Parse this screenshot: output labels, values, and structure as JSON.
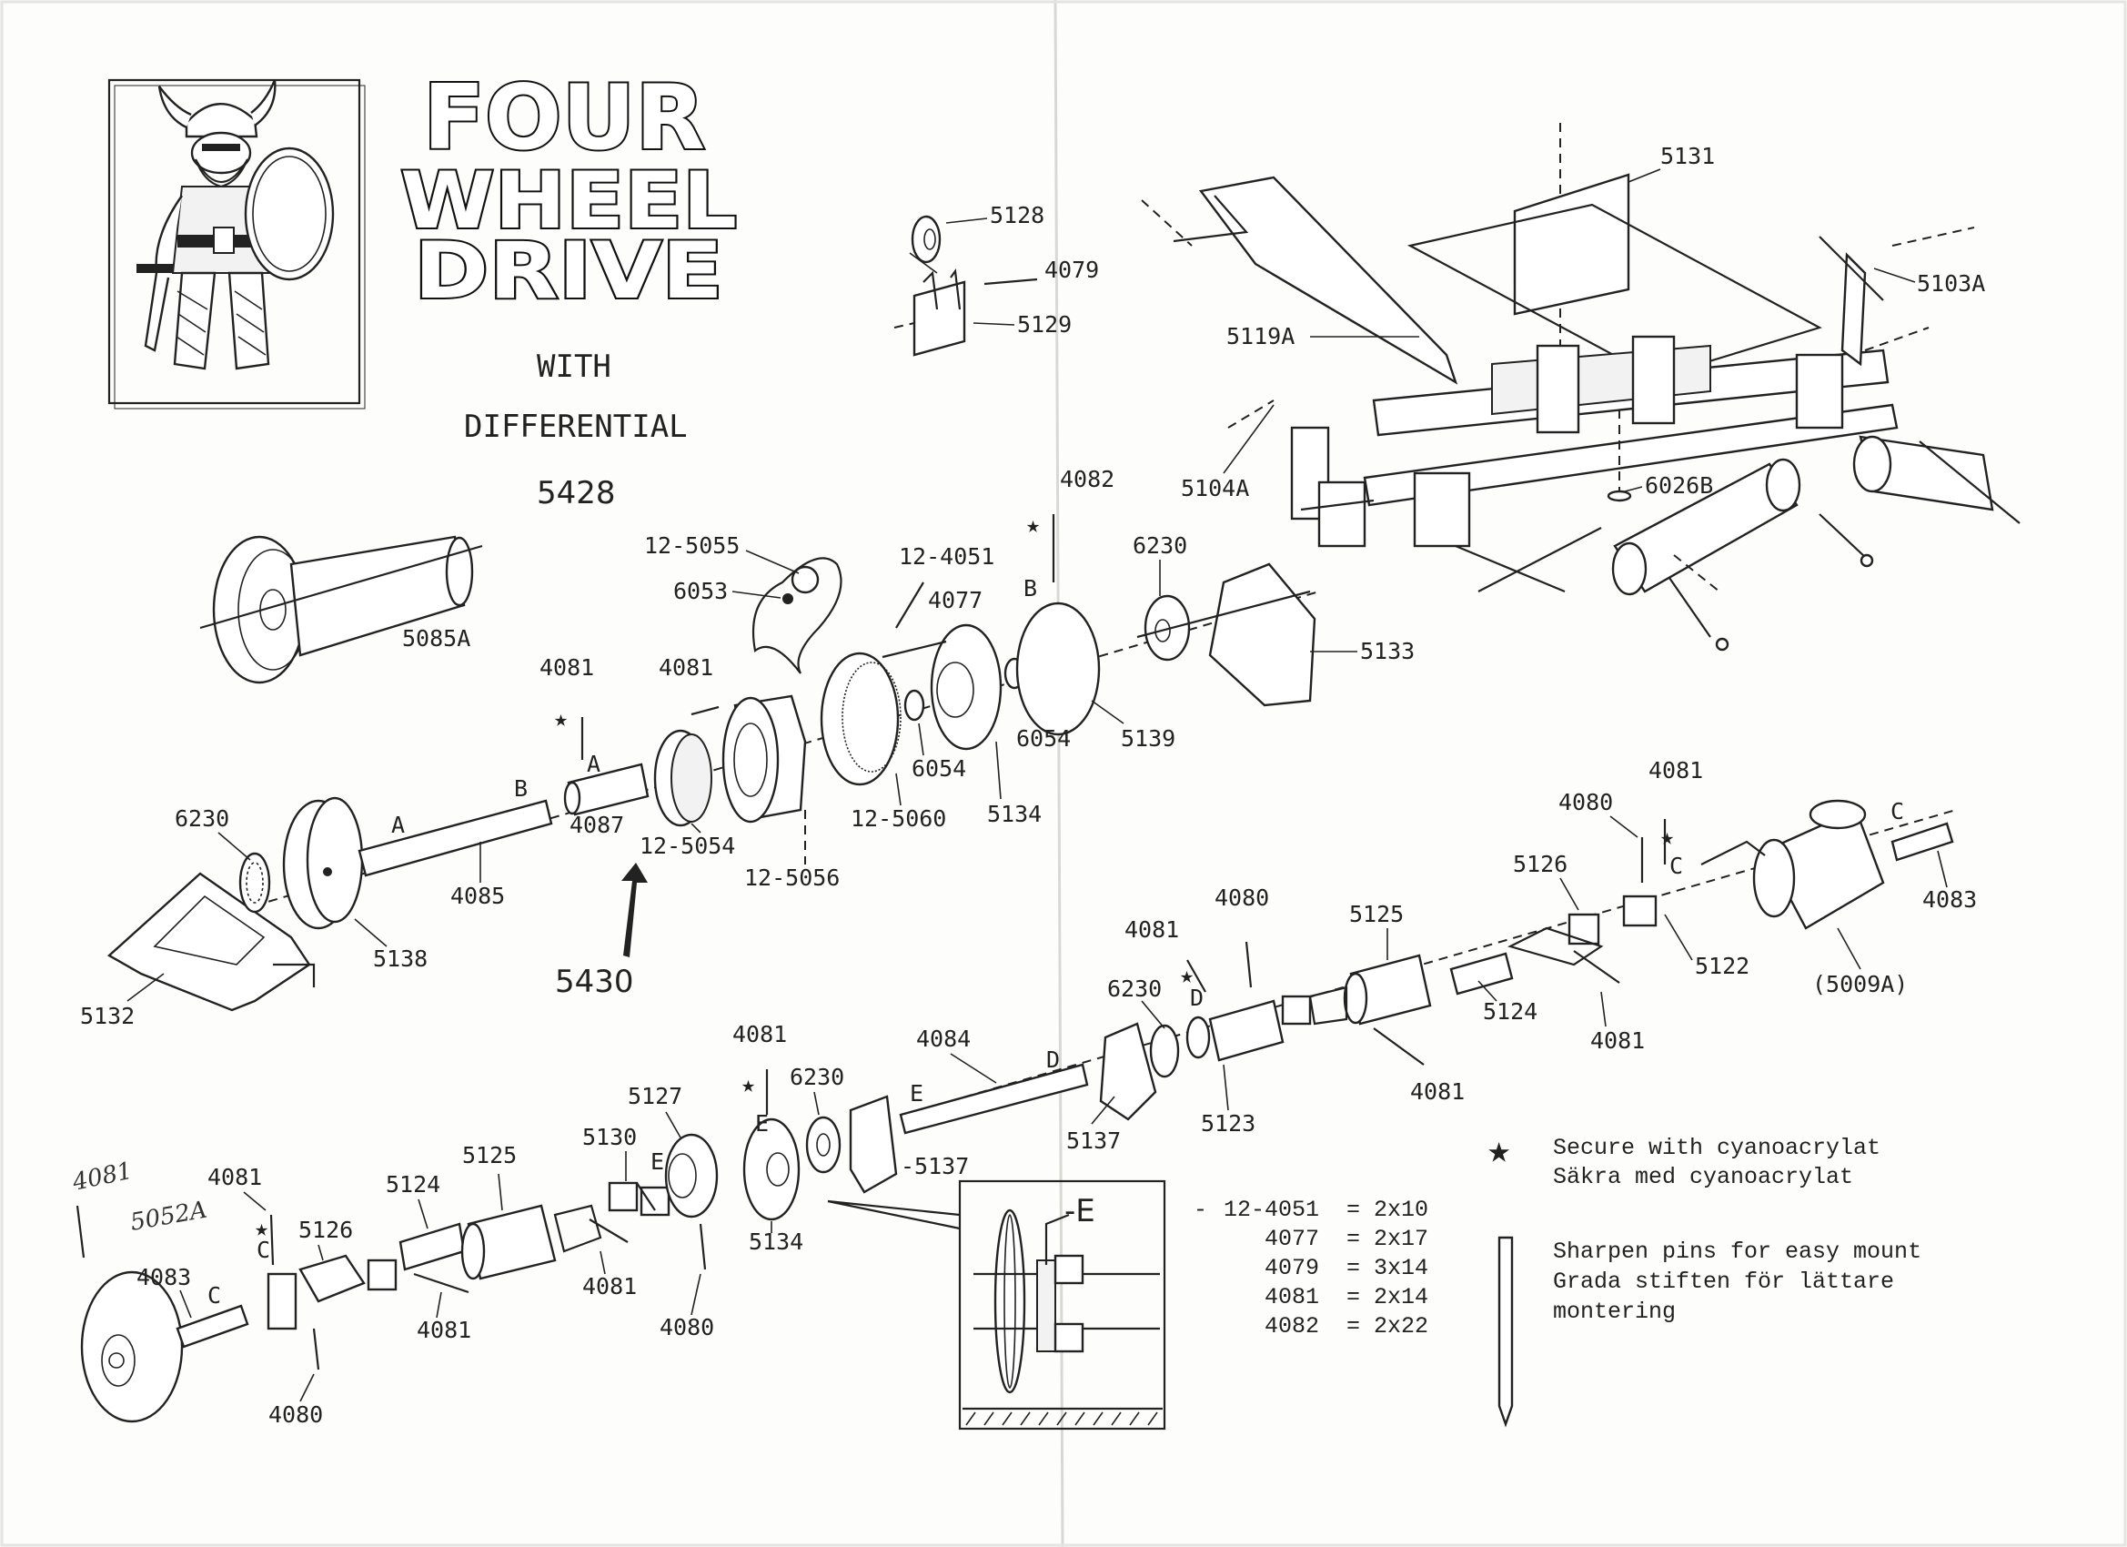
{
  "header": {
    "title_lines": [
      "FOUR",
      "WHEEL",
      "DRIVE"
    ],
    "with": "WITH",
    "subtitle": "DIFFERENTIAL",
    "kit_number": "5428",
    "logo_icon": "viking-warrior-icon"
  },
  "callouts": {
    "c5131": "5131",
    "c5103A": "5103A",
    "c5119A": "5119A",
    "c5104A": "5104A",
    "c6026B": "6026B",
    "c5128": "5128",
    "c4079": "4079",
    "c5129": "5129",
    "c5085A": "5085A",
    "c12_5055": "12-5055",
    "c6053": "6053",
    "c12_4051": "12-4051",
    "c4082": "4082",
    "c6230a": "6230",
    "c4077": "4077",
    "c5133": "5133",
    "c4081a": "4081",
    "c4081b": "4081",
    "c6054a": "6054",
    "c6054b": "6054",
    "c5139": "5139",
    "c5134a": "5134",
    "c12_5060": "12-5060",
    "c4087": "4087",
    "c12_5054": "12-5054",
    "c12_5056": "12-5056",
    "c6230b": "6230",
    "c4085": "4085",
    "c5138": "5138",
    "c5132": "5132",
    "c5430": "5430",
    "c4081c": "4081",
    "c4080a": "4080",
    "c5126a": "5126",
    "c5122": "5122",
    "c4083a": "4083",
    "c5009A": "(5009A)",
    "c4080b": "4080",
    "c5125a": "5125",
    "c4081d": "4081",
    "c6230c": "6230",
    "c5124a": "5124",
    "c4081e": "4081",
    "c4081f": "4081",
    "c5123": "5123",
    "c4084": "4084",
    "c5137a": "5137",
    "c4081g": "4081",
    "c6230d": "6230",
    "c5137b": "-5137",
    "c5127": "5127",
    "c5130": "5130",
    "c5125b": "5125",
    "c5124b": "5124",
    "c5134b": "5134",
    "c4081h": "4081",
    "c4080c": "4080",
    "c4081i": "4081",
    "c4081j": "4081",
    "c5126b": "5126",
    "c4083b": "4083",
    "c4080d": "4080",
    "c4081_hand": "4081",
    "c5052A_hand": "5052A",
    "detail_E": "-E"
  },
  "point_letters": [
    "A",
    "B",
    "C",
    "D",
    "E"
  ],
  "pin_sizes": [
    {
      "part": "12-4051",
      "eq": "=",
      "size": "2x10"
    },
    {
      "part": "4077",
      "eq": "=",
      "size": "2x17"
    },
    {
      "part": "4079",
      "eq": "=",
      "size": "3x14"
    },
    {
      "part": "4081",
      "eq": "=",
      "size": "2x14"
    },
    {
      "part": "4082",
      "eq": "=",
      "size": "2x22"
    }
  ],
  "notes": {
    "secure_icon": "star-icon",
    "secure_en": "Secure with cyanoacrylat",
    "secure_sv": "Säkra med cyanoacrylat",
    "sharpen_icon": "sharpened-pin-icon",
    "sharpen_en": "Sharpen pins for easy mount",
    "sharpen_sv_1": "Grada stiften för lättare",
    "sharpen_sv_2": "montering"
  }
}
